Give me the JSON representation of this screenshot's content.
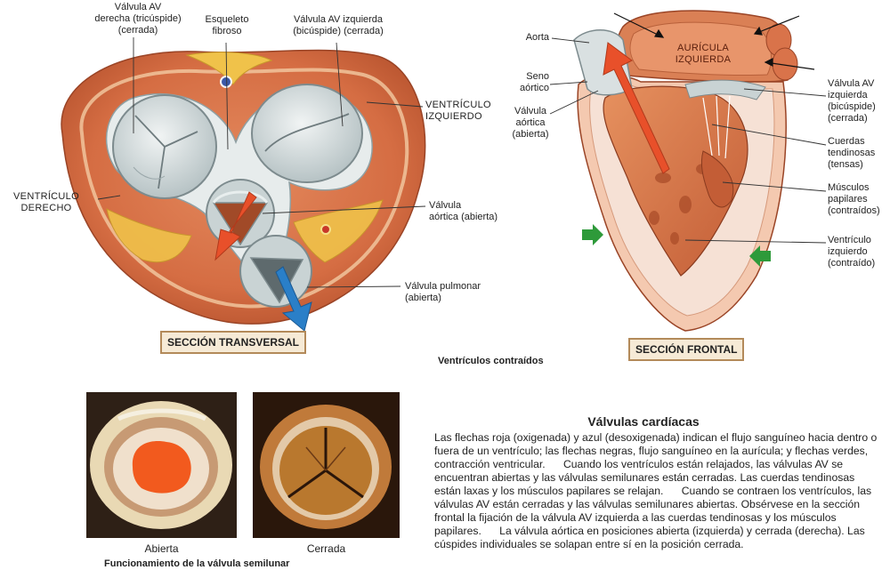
{
  "transverse": {
    "tricuspid": [
      "Válvula AV",
      "derecha (tricúspide)",
      "(cerrada)"
    ],
    "fibrous": [
      "Esqueleto",
      "fibroso"
    ],
    "bicuspid": [
      "Válvula AV izquierda",
      "(bicúspide) (cerrada)"
    ],
    "left_ventricle": [
      "VENTRÍCULO",
      "IZQUIERDO"
    ],
    "right_ventricle": [
      "VENTRÍCULO",
      "DERECHO"
    ],
    "aortic_valve": [
      "Válvula",
      "aórtica (abierta)"
    ],
    "pulmonary_valve": [
      "Válvula pulmonar",
      "(abierta)"
    ],
    "tag": "SECCIÓN TRANSVERSAL"
  },
  "frontal": {
    "aorta": "Aorta",
    "sinus": [
      "Seno",
      "aórtico"
    ],
    "aortic_valve": [
      "Válvula",
      "aórtica",
      "(abierta)"
    ],
    "left_atrium": [
      "AURÍCULA",
      "IZQUIERDA"
    ],
    "mitral": [
      "Válvula AV",
      "izquierda",
      "(bicúspide)",
      "(cerrada)"
    ],
    "chordae": [
      "Cuerdas",
      "tendinosas",
      "(tensas)"
    ],
    "papillary": [
      "Músculos",
      "papilares",
      "(contraídos)"
    ],
    "lv": [
      "Ventrículo",
      "izquierdo",
      "(contraído)"
    ],
    "tag": "SECCIÓN FRONTAL"
  },
  "caption": "Ventrículos contraídos",
  "photos": {
    "open_label": "Abierta",
    "closed_label": "Cerrada",
    "title": "Funcionamiento de la válvula semilunar"
  },
  "text": {
    "title": "Válvulas cardíacas",
    "body": "Las flechas roja (oxigenada) y azul (desoxigenada) indican el flujo sanguíneo hacia dentro o fuera de un ventrículo; las flechas negras, flujo sanguíneo en la aurícula; y flechas verdes, contracción ventricular.      Cuando los ventrículos están relajados, las válvulas AV se encuentran abiertas y las válvulas semilunares están cerradas. Las cuerdas tendinosas están laxas y los músculos papilares se relajan.      Cuando se contraen los ventrículos, las válvulas AV están cerradas y las válvulas semilunares abiertas. Obsérvese en la sección frontal la fijación de la válvula AV izquierda a las cuerdas tendinosas y los músculos papilares.      La válvula aórtica en posiciones abierta (izquierda) y cerrada (derecha). Las cúspides individuales se solapan entre sí en la posición cerrada."
  },
  "colors": {
    "muscle": "#d9734a",
    "muscle_dark": "#b0502e",
    "fat": "#f0c24a",
    "valve": "#c9d3d4",
    "oxygenated_arrow": "#e8502a",
    "deoxygenated_arrow": "#2a7fc8",
    "contraction_arrow": "#2e9a3a",
    "tag_border": "#b38a5a",
    "tag_fill": "#f6ead6"
  }
}
